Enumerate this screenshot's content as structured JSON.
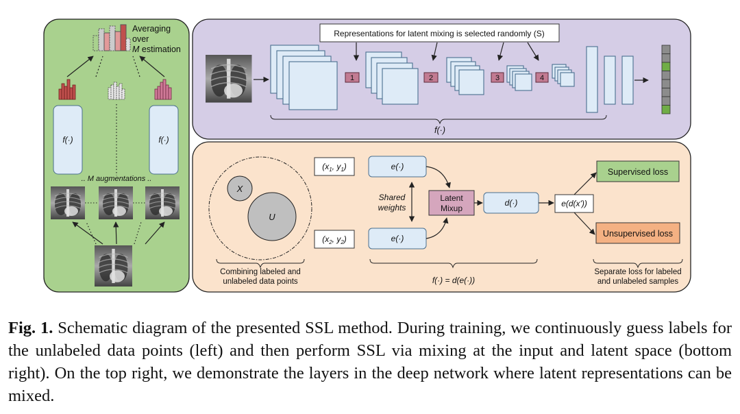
{
  "colors": {
    "left_panel": "#a9d18e",
    "top_panel": "#d5cde6",
    "bottom_panel": "#fbe3cc",
    "block_fill": "#deebf7",
    "block_stroke": "#4a6f8f",
    "mix_marker": "#c27b92",
    "supervised_box": "#a9d18e",
    "unsupervised_box": "#f4b183",
    "latent_mixup": "#d5a6bd",
    "hist_red": "#c0504d",
    "hist_pink": "#d07a98"
  },
  "left_panel": {
    "averaging_lines": [
      "Averaging",
      "over"
    ],
    "m_symbol": "M",
    "estimation_text": " estimation",
    "f_left": "f(·)",
    "f_right": "f(·)",
    "augmentations_text": ".. M augmentations .."
  },
  "top_panel": {
    "header": "Representations for latent mixing is selected randomly (S)",
    "markers": [
      "1",
      "2",
      "3",
      "4"
    ],
    "f_label": "f(·)",
    "output_cells": [
      "gray",
      "gray",
      "green",
      "gray",
      "gray",
      "gray",
      "gray",
      "green"
    ]
  },
  "bottom_panel": {
    "x_label": "X",
    "u_label": "U",
    "combining_lines": [
      "Combining labeled and",
      "unlabeled data points"
    ],
    "input_top": "(x1, y1)",
    "input_bottom": "(x2, y2)",
    "encoder_top": "e(·)",
    "encoder_bottom": "e(·)",
    "shared_weights_lines": [
      "Shared",
      "weights"
    ],
    "latent_mixup_lines": [
      "Latent",
      "Mixup"
    ],
    "decoder": "d(·)",
    "output": "e(d(x'))",
    "composition": "f(·) = d(e(·))",
    "supervised_loss": "Supervised loss",
    "unsupervised_loss": "Unsupervised loss",
    "separate_lines": [
      "Separate loss for labeled",
      "and unlabeled samples"
    ]
  },
  "caption": {
    "label": "Fig. 1.",
    "text": "Schematic diagram of the presented SSL method. During training, we continuously guess labels for the unlabeled data points (left) and then perform SSL via mixing at the input and latent space (bottom right). On the top right, we demonstrate the layers in the deep network where latent representations can be mixed."
  }
}
